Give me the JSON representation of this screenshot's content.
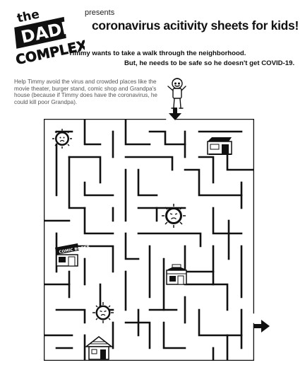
{
  "logo": {
    "line1": "the",
    "line2": "DADDY",
    "line3": "COMPLEX"
  },
  "header": {
    "presents": "presents",
    "title": "coronavirus acitivity sheets for kids!"
  },
  "intro": {
    "line1": "Timmy wants to take a walk through the neighborhood.",
    "line2": "But, he needs to be safe so he doesn't get COVID-19."
  },
  "instructions": {
    "text": "Help Timmy avoid the virus and crowded places like the movie theater, burger stand, comic shop and Grandpa's house (because if Timmy does have the coronavirus, he could kill poor Grandpa)."
  },
  "maze_icons": {
    "comic_sign": "COMIC BOOKS"
  },
  "colors": {
    "ink": "#111111",
    "text_gray": "#555555",
    "background": "#ffffff"
  }
}
